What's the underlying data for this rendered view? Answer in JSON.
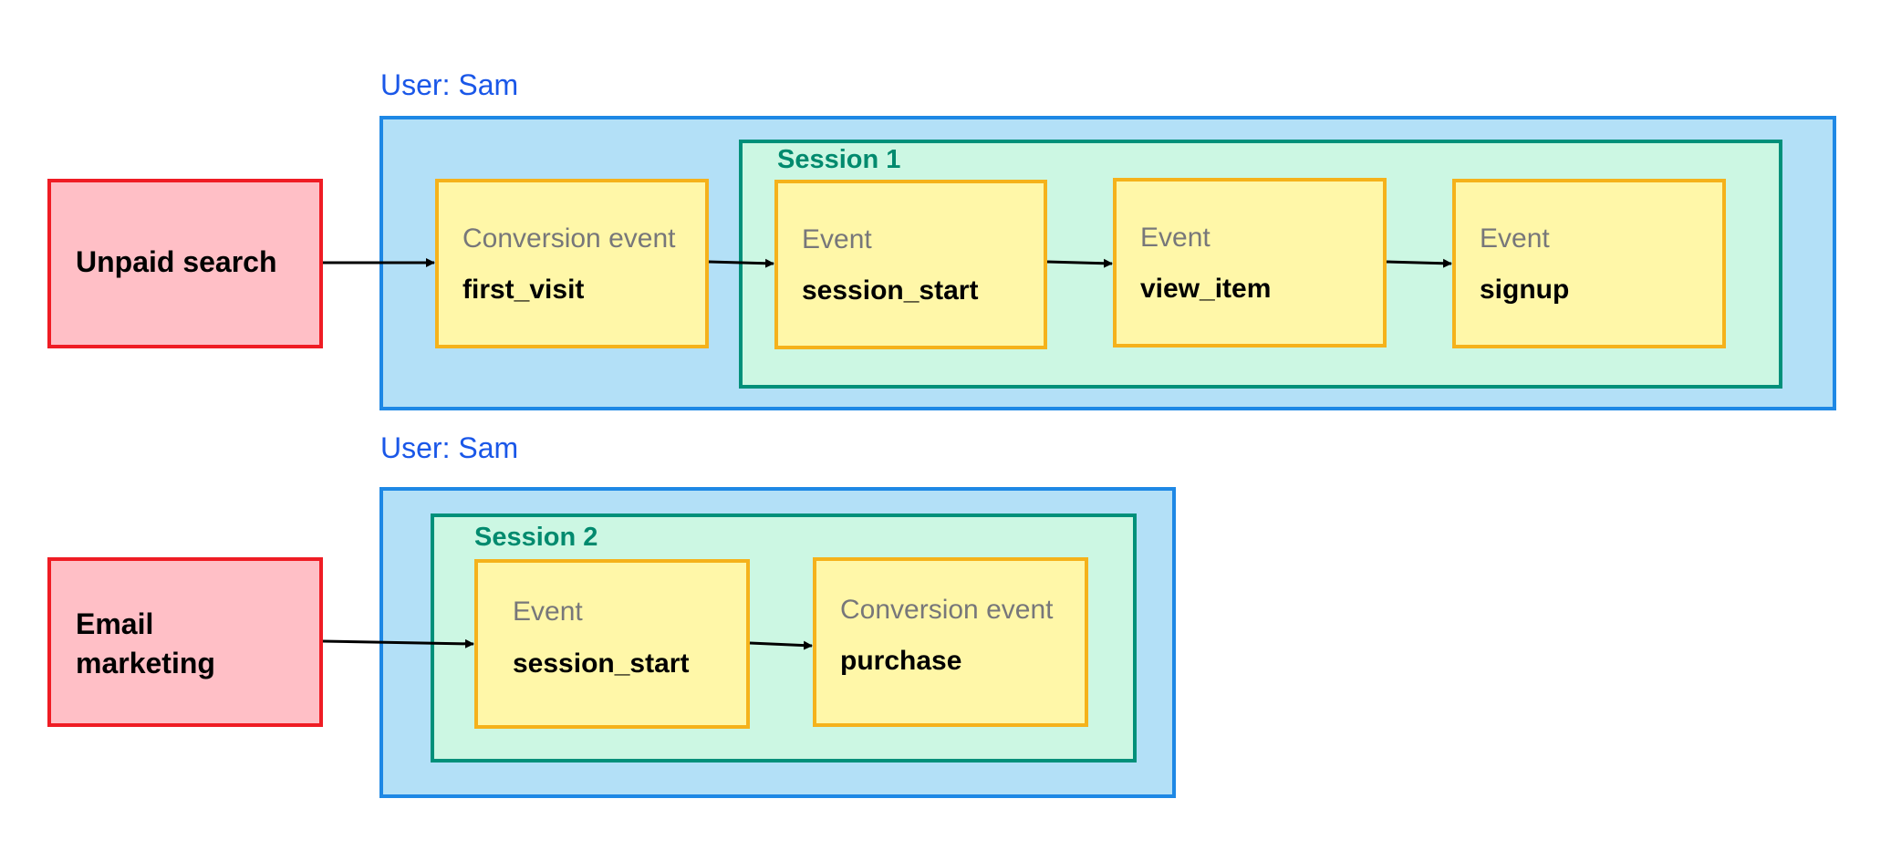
{
  "colors": {
    "user_label": "#1a57e8",
    "user_fill": "#b3e0f7",
    "user_border": "#1e88e5",
    "session_fill": "#ccf7e3",
    "session_border": "#00907a",
    "session_label": "#008a6e",
    "source_fill": "#ffbfc6",
    "source_border": "#ef1c24",
    "event_fill": "#fff7a8",
    "event_border": "#f5b21b",
    "event_kind_text": "#77777a",
    "arrow": "#000000"
  },
  "journeys": [
    {
      "user_label": "User: Sam",
      "source": "Unpaid search",
      "session_label": "Session 1",
      "events": [
        {
          "kind": "Conversion event",
          "name": "first_visit"
        },
        {
          "kind": "Event",
          "name": "session_start"
        },
        {
          "kind": "Event",
          "name": "view_item"
        },
        {
          "kind": "Event",
          "name": "signup"
        }
      ]
    },
    {
      "user_label": "User: Sam",
      "source": "Email\nmarketing",
      "session_label": "Session 2",
      "events": [
        {
          "kind": "Event",
          "name": "session_start"
        },
        {
          "kind": "Conversion event",
          "name": "purchase"
        }
      ]
    }
  ]
}
